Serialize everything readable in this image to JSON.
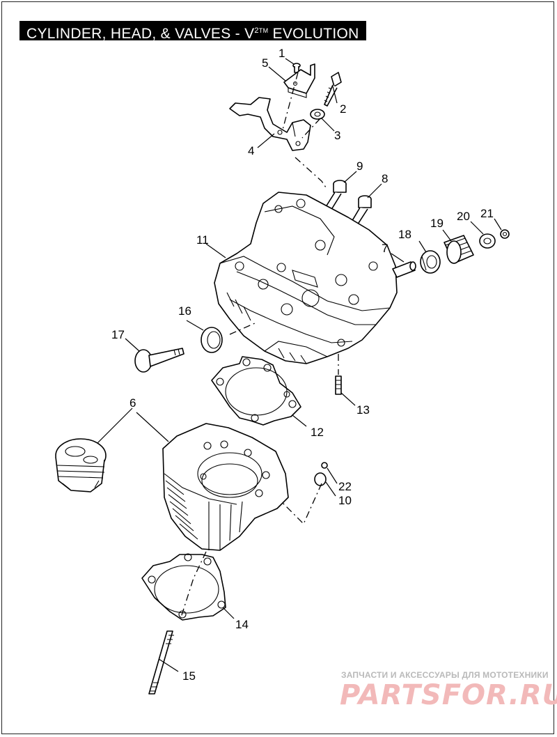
{
  "title": {
    "prefix": "CYLINDER, HEAD, & VALVES - V",
    "sup": "2",
    "tm": "TM",
    "suffix": " EVOLUTION"
  },
  "callouts": [
    "1",
    "2",
    "3",
    "4",
    "5",
    "6",
    "7",
    "8",
    "9",
    "10",
    "11",
    "12",
    "13",
    "14",
    "15",
    "16",
    "17",
    "18",
    "19",
    "20",
    "21",
    "22"
  ],
  "watermark": {
    "tagline": "ЗАПЧАСТИ И АКСЕССУАРЫ ДЛЯ МОТОТЕХНИКИ",
    "logo": "PARTSFOR.RU"
  },
  "colors": {
    "ink": "#000000",
    "watermark_logo": "#f2b9b9",
    "watermark_text": "#b9b9b9"
  }
}
